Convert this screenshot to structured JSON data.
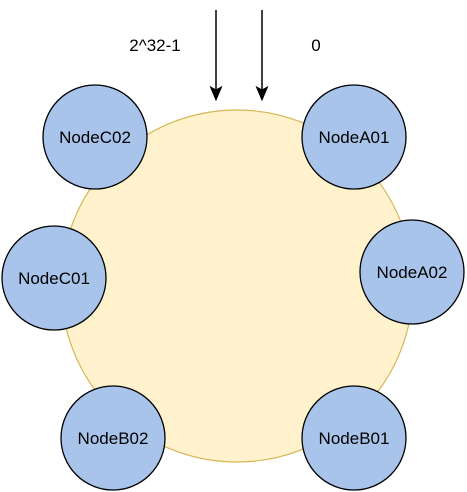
{
  "labels": {
    "max": "2^32-1",
    "zero": "0"
  },
  "nodes": {
    "c02": "NodeC02",
    "a01": "NodeA01",
    "c01": "NodeC01",
    "a02": "NodeA02",
    "b02": "NodeB02",
    "b01": "NodeB01"
  },
  "colors": {
    "ring_fill": "#fff2cc",
    "ring_stroke": "#d6b656",
    "node_fill": "#a9c4eb",
    "node_stroke": "#000000"
  }
}
